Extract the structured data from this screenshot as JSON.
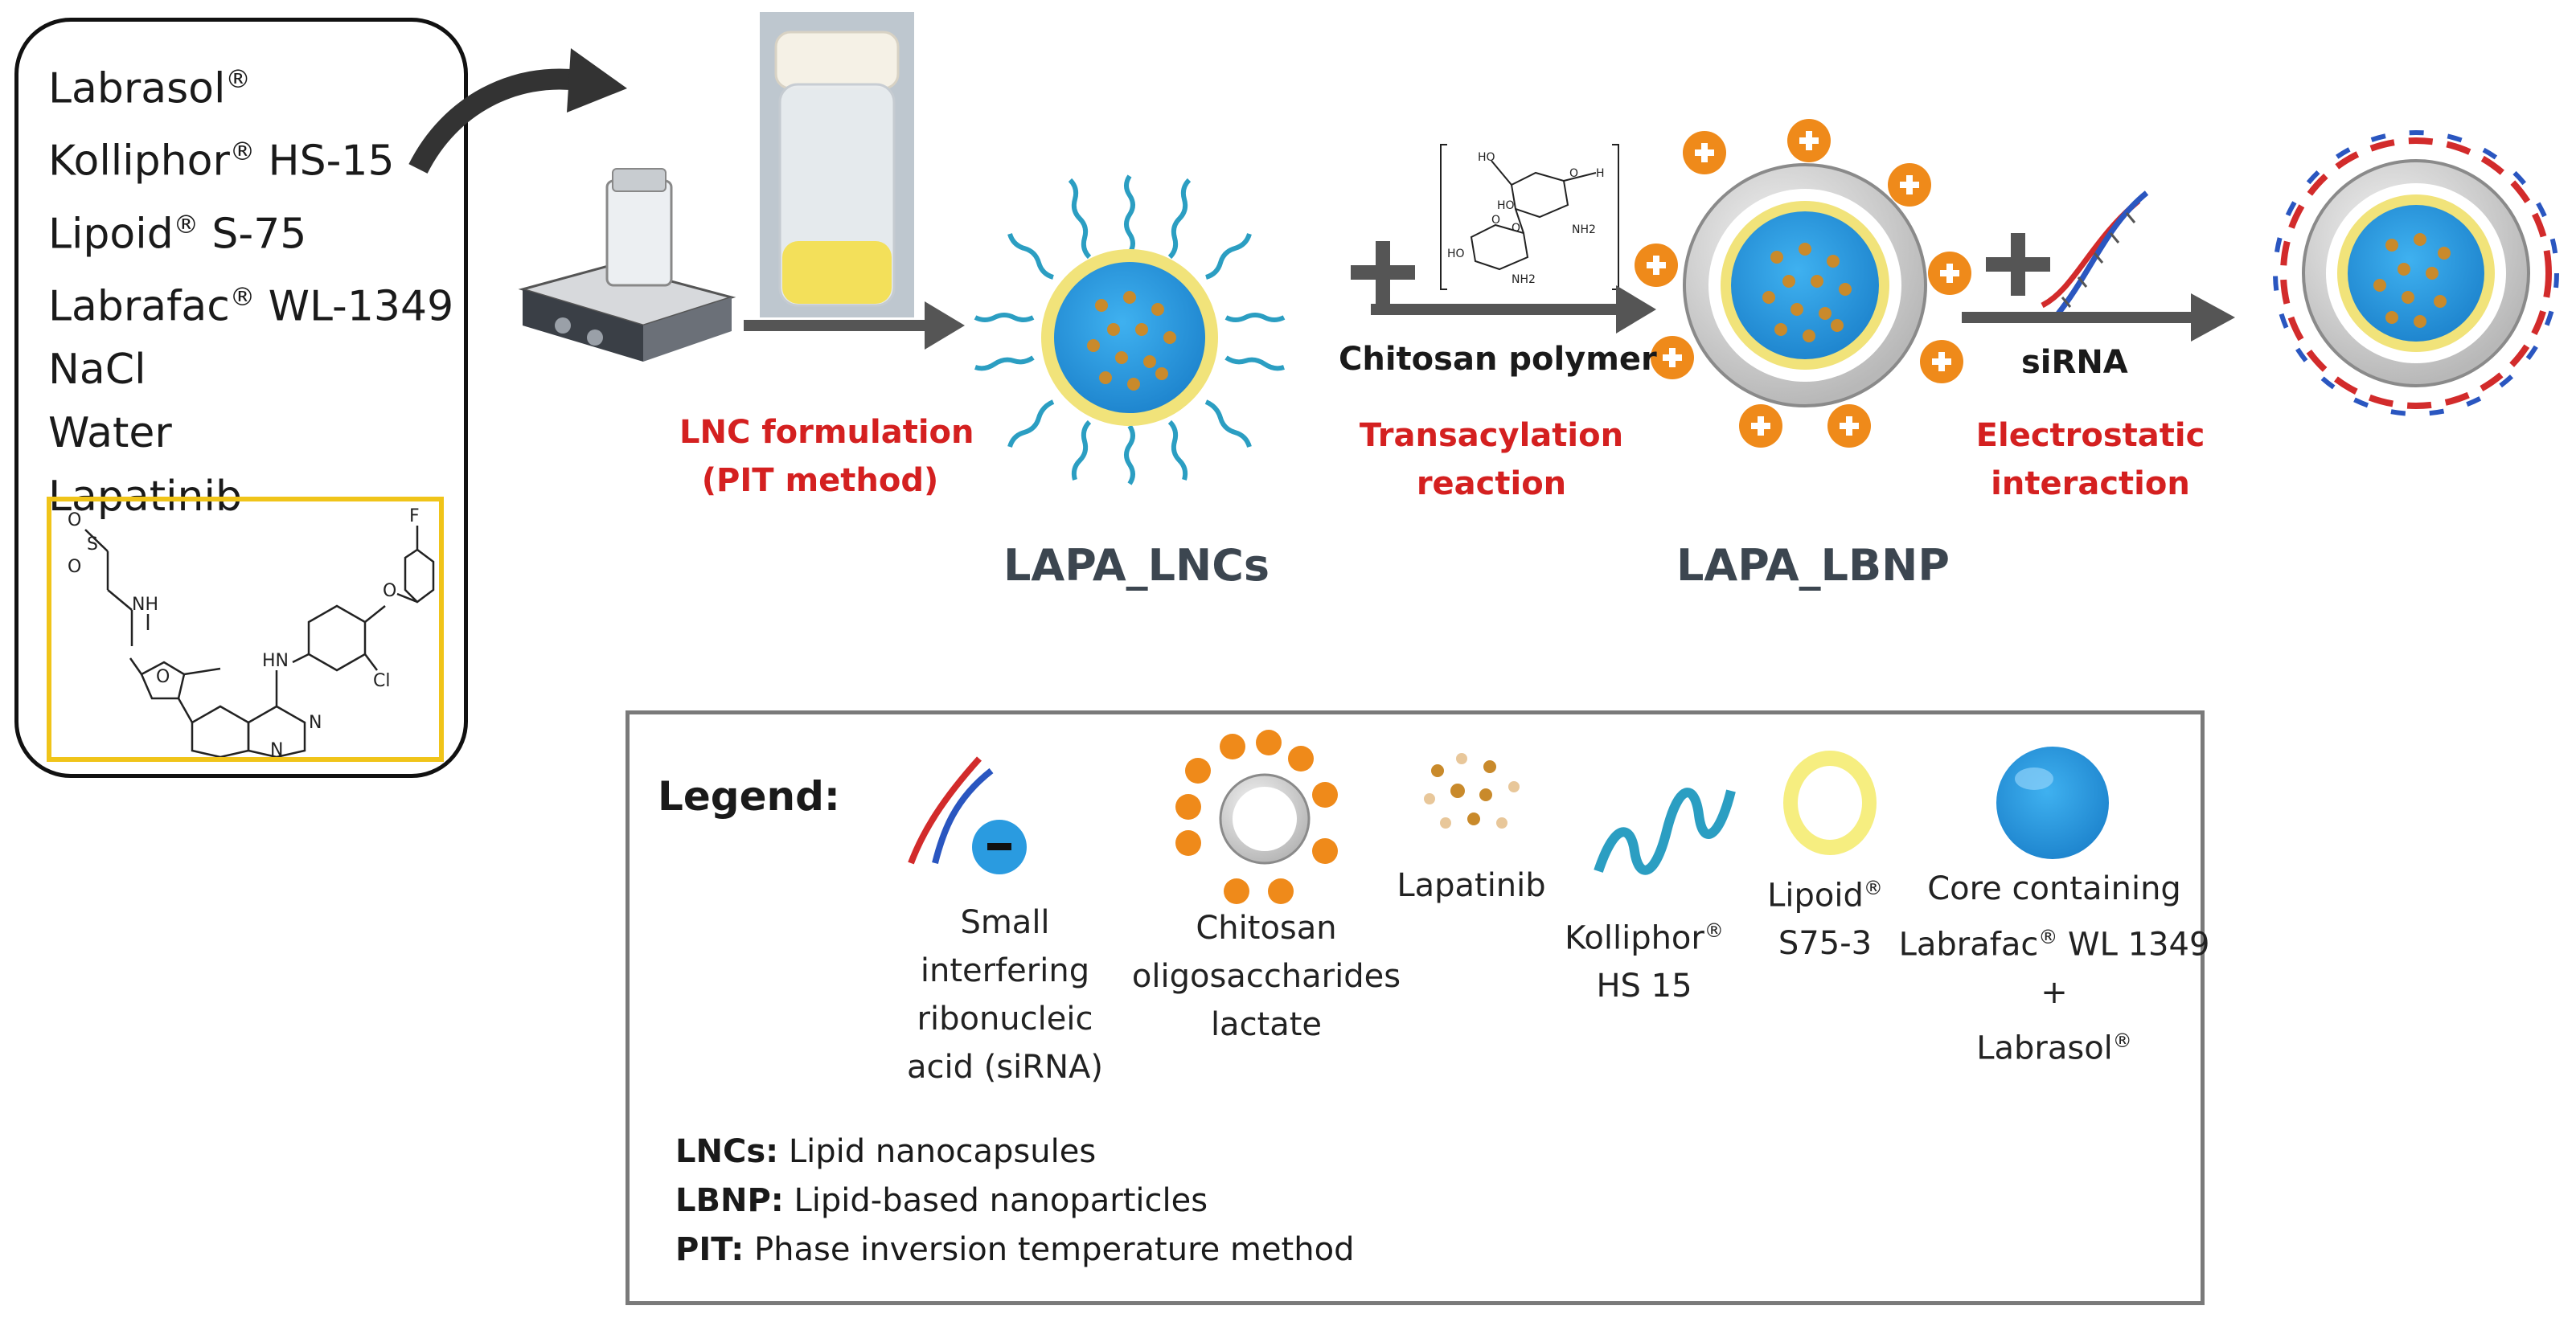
{
  "ingredients": {
    "items": [
      {
        "name": "Labrasol",
        "mark": "®",
        "rest": ""
      },
      {
        "name": "Kolliphor",
        "mark": "®",
        "rest": " HS-15"
      },
      {
        "name": "Lipoid",
        "mark": "®",
        "rest": " S-75"
      },
      {
        "name": "Labrafac",
        "mark": "®",
        "rest": " WL-1349"
      },
      {
        "name": "NaCl",
        "mark": "",
        "rest": ""
      },
      {
        "name": "Water",
        "mark": "",
        "rest": ""
      },
      {
        "name": "Lapatinib",
        "mark": "",
        "rest": ""
      }
    ],
    "structure_atoms": {
      "o1": "O",
      "s": "S",
      "o2": "O",
      "nh": "NH",
      "o3": "O",
      "f": "F",
      "o4": "O",
      "hn": "HN",
      "cl": "Cl",
      "n1": "N",
      "n2": "N"
    }
  },
  "steps": {
    "step1": {
      "line1": "LNC formulation",
      "line2": "(PIT method)"
    },
    "step2": {
      "reagent": "Chitosan polymer",
      "line1": "Transacylation",
      "line2": "reaction"
    },
    "step3": {
      "reagent": "siRNA",
      "line1": "Electrostatic",
      "line2": "interaction"
    },
    "chitosan_atoms": {
      "ho1": "HO",
      "o1": "O",
      "h": "H",
      "ho2": "HO",
      "ho3": "HO",
      "o2": "O",
      "o3": "O",
      "nh2a": "NH2",
      "nh2b": "NH2"
    }
  },
  "products": {
    "lnc": "LAPA_LNCs",
    "lbnp": "LAPA_LBNP"
  },
  "legend": {
    "title": "Legend:",
    "items": {
      "sirna": [
        "Small",
        "interfering",
        "ribonucleic",
        "acid (siRNA)"
      ],
      "chitosan": [
        "Chitosan",
        "oligosaccharides",
        "lactate"
      ],
      "lapatinib": [
        "Lapatinib"
      ],
      "kolliphor": {
        "name": "Kolliphor",
        "mark": "®",
        "line2": "HS 15"
      },
      "lipoid": {
        "name": "Lipoid",
        "mark": "®",
        "line2": "S75-3"
      },
      "core": {
        "line1": "Core containing",
        "line2_name": "Labrafac",
        "line2_mark": "®",
        "line2_rest": " WL 1349",
        "line3": "+",
        "line4_name": "Labrasol",
        "line4_mark": "®"
      }
    },
    "abbreviations": [
      {
        "term": "LNCs:",
        "def": " Lipid nanocapsules"
      },
      {
        "term": "LBNP:",
        "def": " Lipid-based nanoparticles"
      },
      {
        "term": "PIT:",
        "def": " Phase inversion temperature method"
      }
    ]
  },
  "colors": {
    "red_text": "#d42020",
    "arrow_gray": "#555555",
    "core_blue": "#2a9be0",
    "shell_yellow": "#f1e37a",
    "surfactant_teal": "#2b9ec2",
    "chitosan_orange": "#ef8a1a",
    "lapatinib_orange": "#c98a2b",
    "box_yellow": "#f0c419"
  }
}
